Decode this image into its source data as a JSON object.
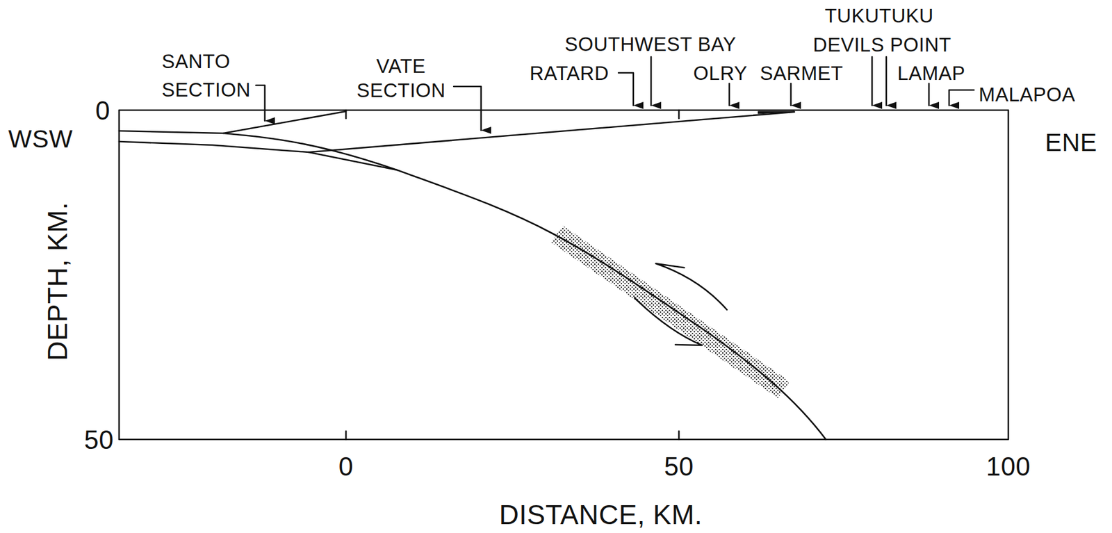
{
  "diagram": {
    "labels": [
      "TUKUTUKU",
      "SOUTHWEST BAY",
      "DEVILS POINT",
      "SANTO SECTION",
      "VATE SECTION",
      "RATARD",
      "OLRY",
      "SARMET",
      "LAMAP",
      "MALAPOA",
      "WSW",
      "ENE",
      "0",
      "DEPTH, KM.",
      "50",
      "0",
      "50",
      "100",
      "DISTANCE, KM."
    ]
  }
}
